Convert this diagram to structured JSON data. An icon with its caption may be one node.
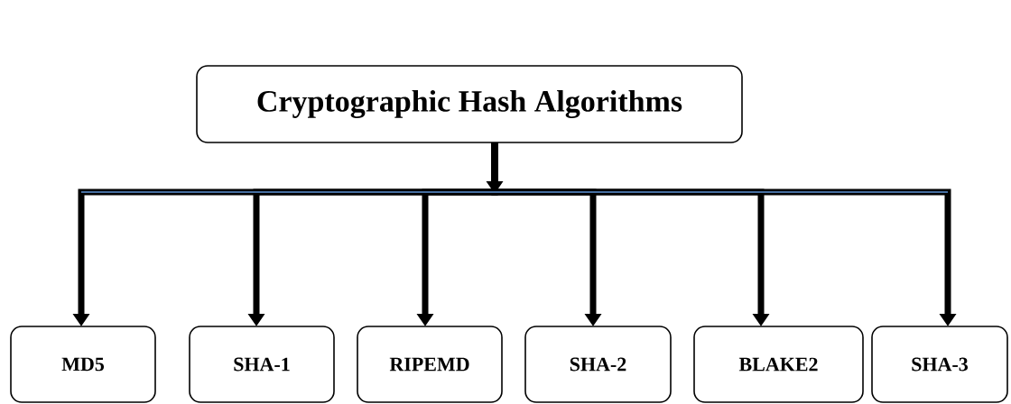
{
  "diagram": {
    "nodes": [
      {
        "text": [
          "Cryptographic Hash Algorithms"
        ]
      },
      {
        "text": [
          "MD5"
        ]
      },
      {
        "text": [
          "SHA-1"
        ]
      },
      {
        "text": [
          "RIPEMD"
        ]
      },
      {
        "text": [
          "SHA-2"
        ]
      },
      {
        "text": [
          "BLAKE2"
        ]
      },
      {
        "text": [
          "SHA-3"
        ]
      }
    ],
    "edges": [
      {
        "from": 0,
        "to": 1,
        "arrow": "to"
      },
      {
        "from": 0,
        "to": 2,
        "arrow": "to"
      },
      {
        "from": 0,
        "to": 3,
        "arrow": "to"
      },
      {
        "from": 0,
        "to": 4,
        "arrow": "to"
      },
      {
        "from": 0,
        "to": 5,
        "arrow": "to"
      },
      {
        "from": 0,
        "to": 6,
        "arrow": "to"
      }
    ]
  }
}
